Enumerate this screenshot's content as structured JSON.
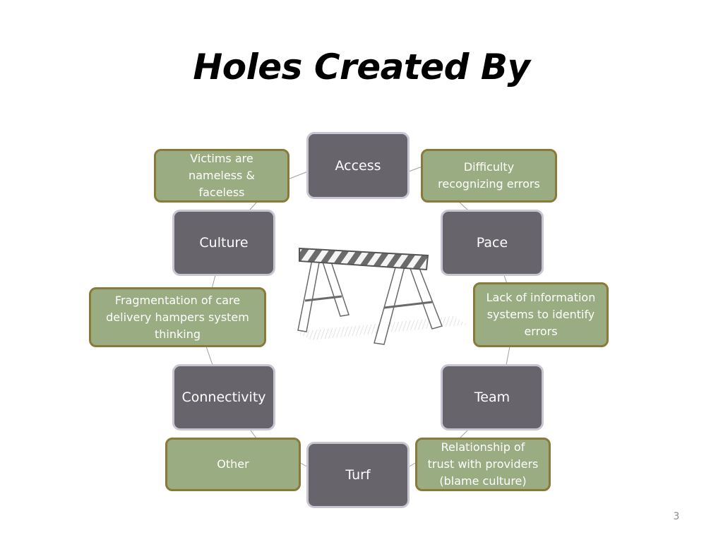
{
  "slide": {
    "title": "Holes Created By",
    "page_number": "3"
  },
  "diagram": {
    "dark_nodes": {
      "access": "Access",
      "pace": "Pace",
      "team": "Team",
      "turf": "Turf",
      "connectivity": "Connectivity",
      "culture": "Culture"
    },
    "green_nodes": {
      "difficulty": [
        "Difficulty",
        "recognizing errors"
      ],
      "lack_info": [
        "Lack of information",
        "systems to identify",
        "errors"
      ],
      "relationship": [
        "Relationship of",
        "trust with providers",
        "(blame culture)"
      ],
      "other": [
        "Other"
      ],
      "fragmentation": [
        "Fragmentation of care",
        "delivery hampers system",
        "thinking"
      ],
      "victims": [
        "Victims are",
        "nameless &",
        "faceless"
      ]
    },
    "illustration": "barricade",
    "colors": {
      "dark_fill": "#67646b",
      "dark_border": "#c9c6d3",
      "green_fill": "#9aad82",
      "green_border": "#8a7a3a",
      "connector": "#a0a0a0"
    }
  }
}
